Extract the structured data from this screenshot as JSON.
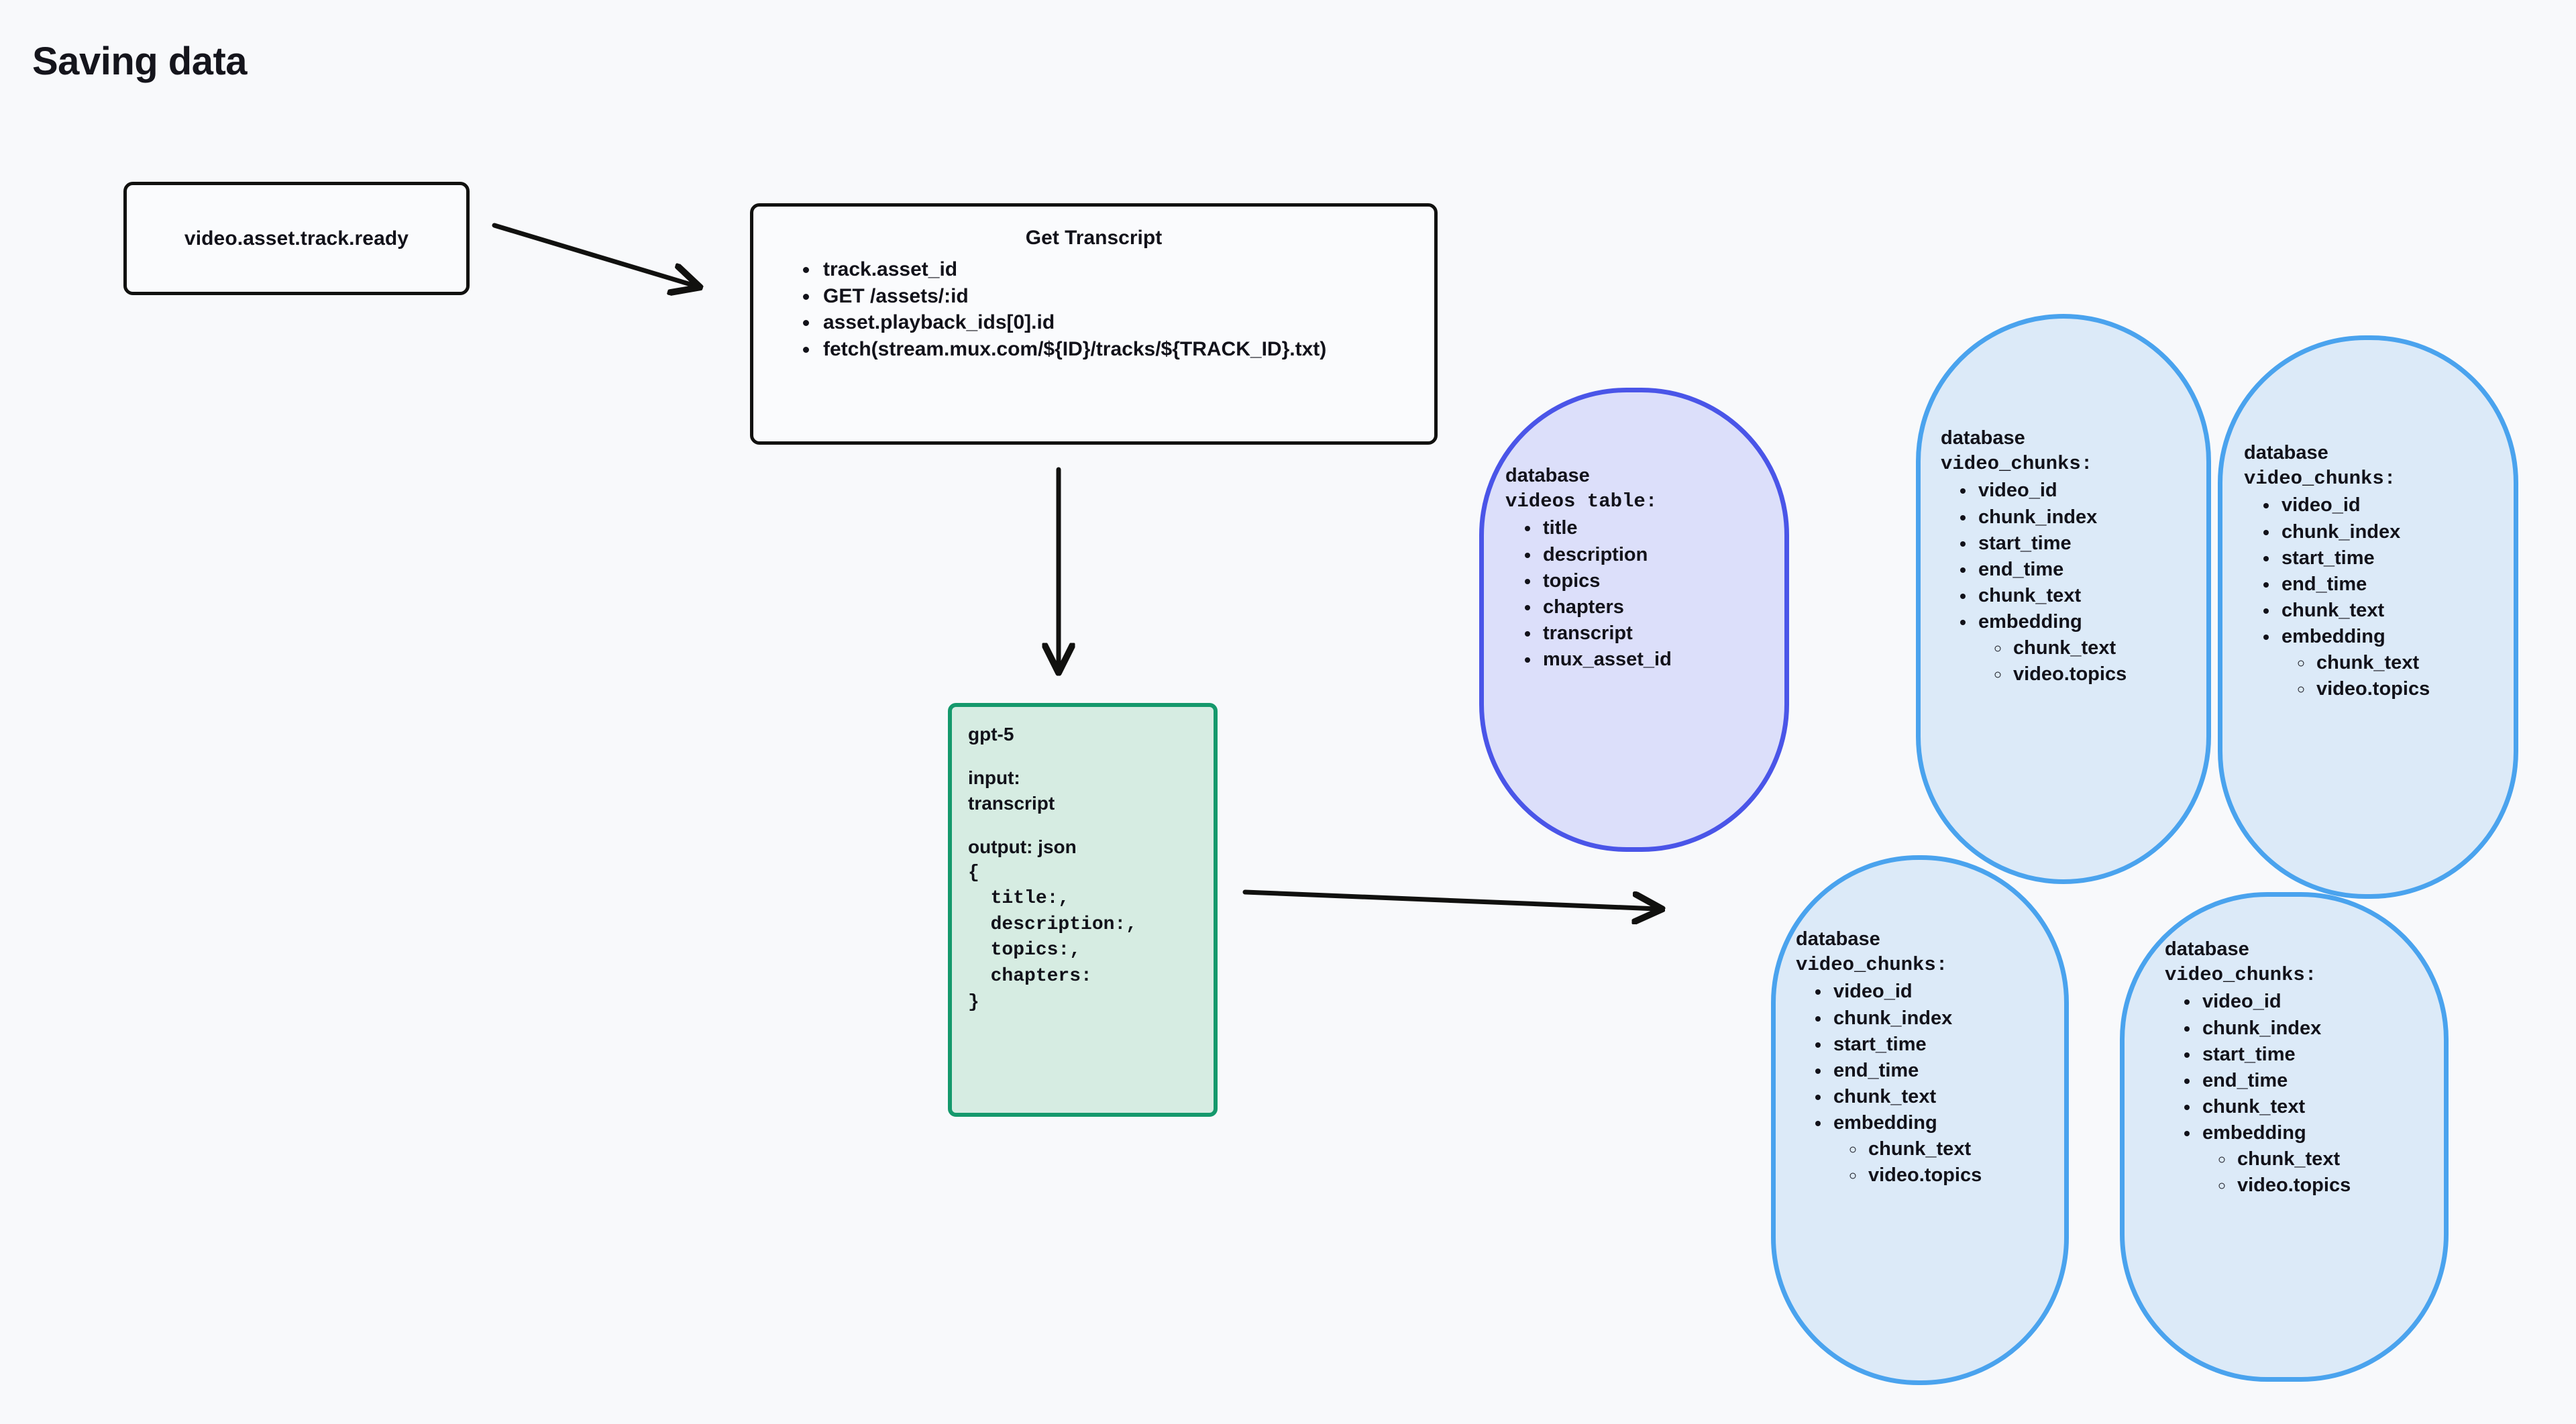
{
  "page": {
    "title": "Saving data",
    "background_color": "#f8f9fb"
  },
  "nodes": {
    "event": {
      "label": "video.asset.track.ready",
      "shape": "rounded-rectangle",
      "border_color": "#11110f",
      "fill_color": "#fafbfd"
    },
    "get_transcript": {
      "title": "Get Transcript",
      "shape": "rounded-rectangle",
      "border_color": "#11110f",
      "fill_color": "#fafbfd",
      "items": [
        "track.asset_id",
        "GET /assets/:id",
        "asset.playback_ids[0].id",
        "fetch(stream.mux.com/${ID}/tracks/${TRACK_ID}.txt)"
      ]
    },
    "gpt5": {
      "name": "gpt-5",
      "shape": "rounded-rectangle",
      "border_color": "#15996c",
      "fill_color": "#d6ece2",
      "input_label": "input:",
      "input_value": "transcript",
      "output_label": "output: json",
      "output_code": [
        "{",
        "  title:,",
        "  description:,",
        "  topics:,",
        "  chapters:",
        "}"
      ]
    },
    "videos_db": {
      "kind": "database",
      "table": "videos table:",
      "shape": "stadium",
      "border_color": "#4a55e8",
      "fill_color": "#dcdffa",
      "columns": [
        "title",
        "description",
        "topics",
        "chapters",
        "transcript",
        "mux_asset_id"
      ]
    },
    "chunks_db": {
      "kind": "database",
      "table": "video_chunks:",
      "shape": "stadium",
      "border_color": "#4aa3ee",
      "fill_color": "#dceaf8",
      "columns": [
        "video_id",
        "chunk_index",
        "start_time",
        "end_time",
        "chunk_text",
        "embedding"
      ],
      "embedding_sources": [
        "chunk_text",
        "video.topics"
      ]
    }
  },
  "connections": [
    {
      "from": "event",
      "to": "get_transcript",
      "style": "arrow"
    },
    {
      "from": "get_transcript",
      "to": "gpt5",
      "style": "arrow"
    },
    {
      "from": "gpt5",
      "to": "chunks_db",
      "style": "arrow"
    }
  ]
}
